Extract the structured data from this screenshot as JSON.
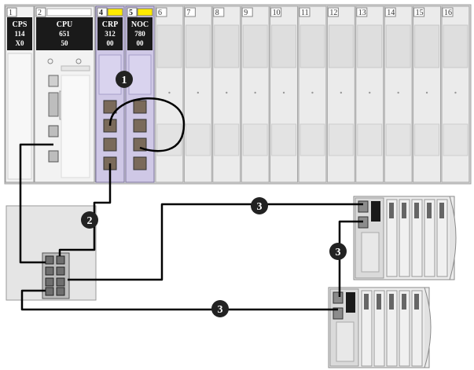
{
  "rack": {
    "slots": [
      {
        "number": "1",
        "module": [
          "CPS",
          "114",
          "X0"
        ],
        "color": "#f2f2f2",
        "accent": "#e0e0e0"
      },
      {
        "number": "2",
        "module": [
          "CPU",
          "651",
          "50"
        ],
        "color": "#f2f2f2",
        "accent": "#e0e0e0"
      },
      {
        "number": "4",
        "module": [
          "CRP",
          "312",
          "00"
        ],
        "color": "#cfc8e6",
        "accent": "#ffeb00"
      },
      {
        "number": "5",
        "module": [
          "NOC",
          "780",
          "00"
        ],
        "color": "#cfc8e6",
        "accent": "#ffeb00"
      },
      {
        "number": "6",
        "module": []
      },
      {
        "number": "7",
        "module": []
      },
      {
        "number": "8",
        "module": []
      },
      {
        "number": "9",
        "module": []
      },
      {
        "number": "10",
        "module": []
      },
      {
        "number": "11",
        "module": []
      },
      {
        "number": "12",
        "module": []
      },
      {
        "number": "13",
        "module": []
      },
      {
        "number": "14",
        "module": []
      },
      {
        "number": "15",
        "module": []
      },
      {
        "number": "16",
        "module": []
      }
    ]
  },
  "callouts": [
    "1",
    "2",
    "3",
    "3",
    "3"
  ],
  "colors": {
    "cable": "#000000",
    "callout_fill": "#222222",
    "callout_text": "#ffffff",
    "module_dark": "#1a1a1a",
    "panel": "#e5e5e5",
    "empty_slot": "#ebebeb"
  }
}
